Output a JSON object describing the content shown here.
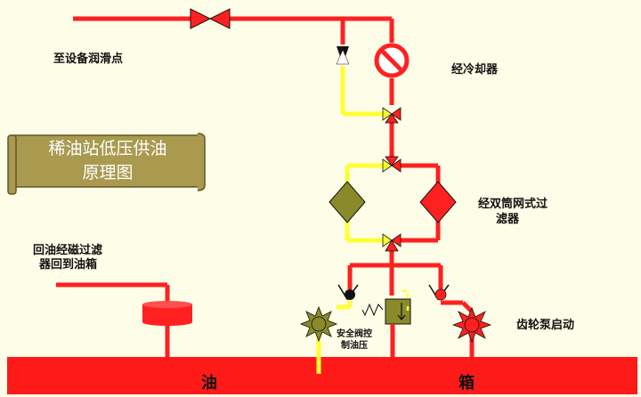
{
  "title": {
    "line1": "稀油站低压供油",
    "line2": "原理图"
  },
  "labels": {
    "lube_point": "至设备润滑点",
    "cooler": "经冷却器",
    "filter": "经双筒网式过滤器",
    "filter_line1": "经双筒网式过",
    "filter_line2": "滤器",
    "return_line1": "回油经磁过滤",
    "return_line2": "器回到油箱",
    "pump": "齿轮泵启动",
    "safety_line1": "安全阀控",
    "safety_line2": "制油压",
    "tank_left": "油",
    "tank_right": "箱"
  },
  "colors": {
    "pipe_red": "#ff2020",
    "pipe_yellow": "#ffff33",
    "tank": "#ff1a1a",
    "olive": "#8a8a2a",
    "scroll": "#a99a50",
    "background": "#fdfde8"
  },
  "icons": {
    "cooler": "prohibition-sign-icon",
    "pump": "starburst-gear-icon",
    "check_valve": "check-valve-icon",
    "filter": "diamond-filter-icon"
  }
}
